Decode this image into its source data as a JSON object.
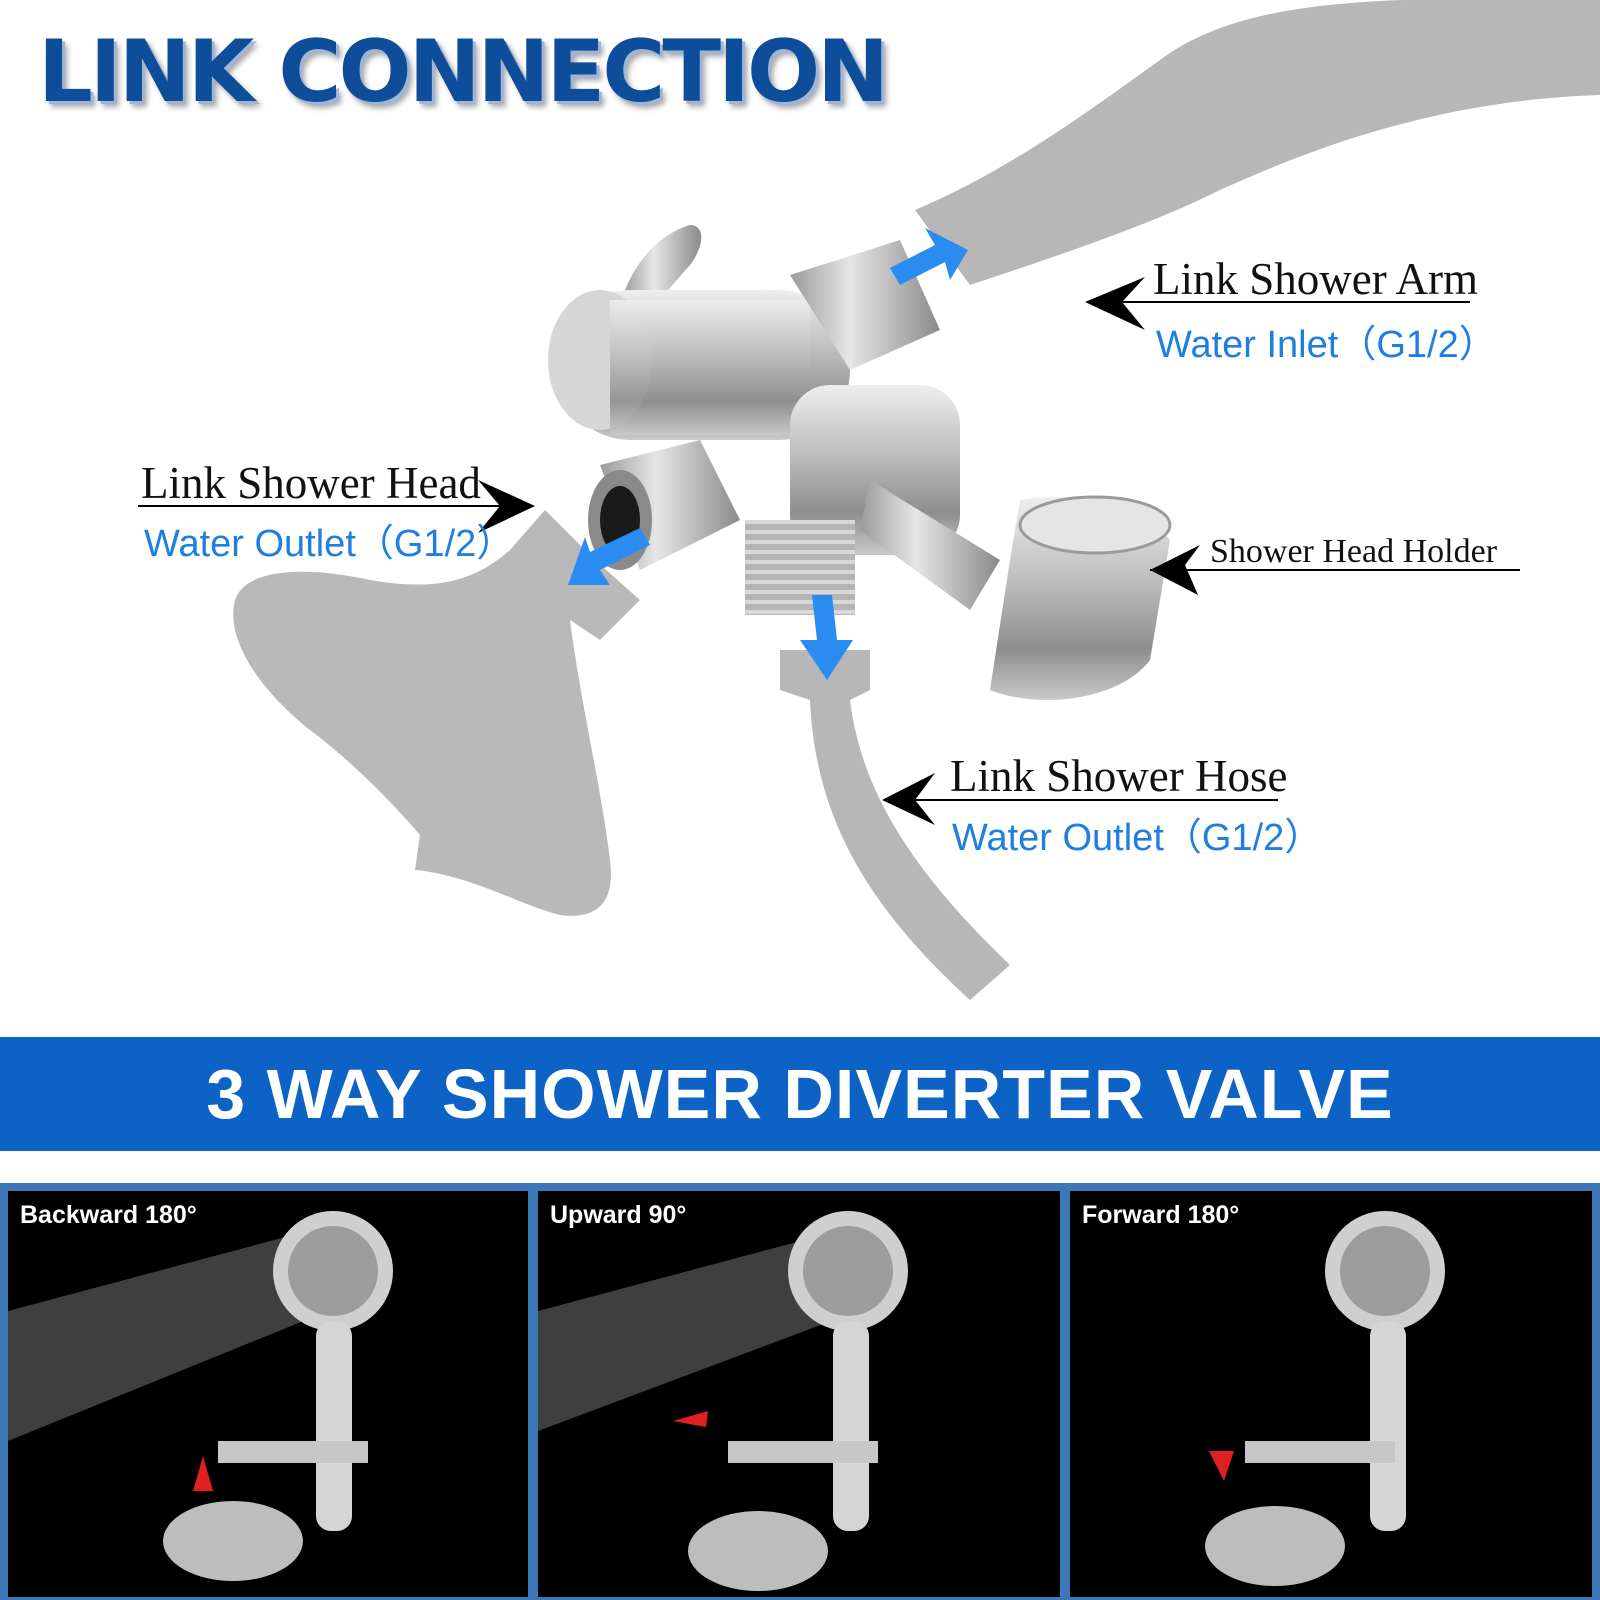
{
  "title": "LINK CONNECTION",
  "callouts": {
    "arm": {
      "title": "Link Shower Arm",
      "sub": "Water Inlet（G1/2）"
    },
    "head": {
      "title": "Link Shower Head",
      "sub": "Water Outlet（G1/2）"
    },
    "holder": {
      "title": "Shower Head Holder"
    },
    "hose": {
      "title": "Link Shower Hose",
      "sub": "Water Outlet（G1/2）"
    }
  },
  "banner": "3 WAY SHOWER DIVERTER VALVE",
  "panels": [
    {
      "label": "Backward 180°"
    },
    {
      "label": "Upward 90°"
    },
    {
      "label": "Forward 180°"
    }
  ],
  "colors": {
    "title": "#0e4d9a",
    "banner": "#0c62c5",
    "flow_arrow": "#2a8cf0",
    "panel_border": "#3c78b8",
    "rotation_arrow": "#e02020"
  }
}
